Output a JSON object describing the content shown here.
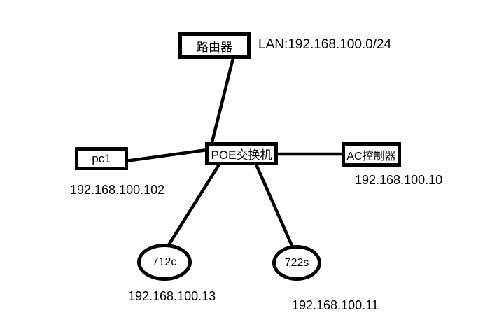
{
  "diagram": {
    "title": "network-topology",
    "colors": {
      "background": "#ffffff",
      "stroke": "#000000",
      "text": "#000000"
    },
    "nodes": {
      "router": {
        "label": "路由器",
        "shape": "rect",
        "annotation": "LAN:192.168.100.0/24"
      },
      "poe_switch": {
        "label": "POE交换机",
        "shape": "rect"
      },
      "pc1": {
        "label": "pc1",
        "shape": "rect",
        "annotation": "192.168.100.102"
      },
      "ac_controller": {
        "label": "AC控制器",
        "shape": "rect",
        "annotation": "192.168.100.10"
      },
      "ap_712c": {
        "label": "712c",
        "shape": "ellipse",
        "annotation": "192.168.100.13"
      },
      "ap_722s": {
        "label": "722s",
        "shape": "ellipse",
        "annotation": "192.168.100.11"
      }
    },
    "edges": [
      {
        "from": "poe_switch",
        "to": "router"
      },
      {
        "from": "poe_switch",
        "to": "pc1"
      },
      {
        "from": "poe_switch",
        "to": "ac_controller"
      },
      {
        "from": "poe_switch",
        "to": "ap_712c"
      },
      {
        "from": "poe_switch",
        "to": "ap_722s"
      }
    ]
  }
}
